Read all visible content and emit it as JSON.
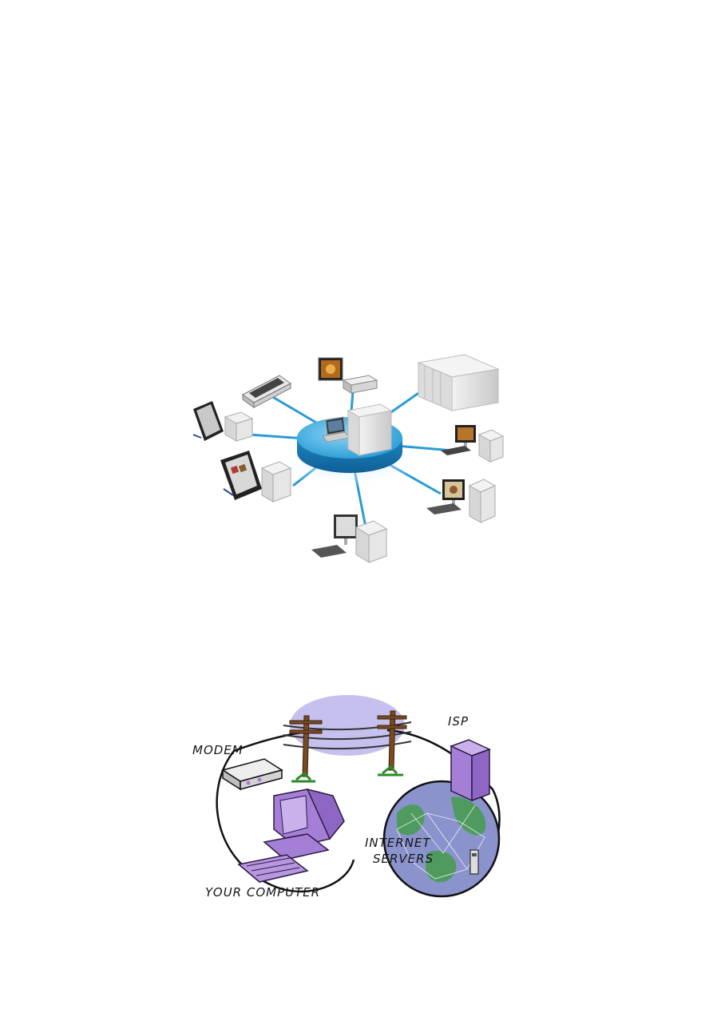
{
  "page": {
    "background": "#ffffff"
  },
  "network_figure": {
    "hub": "server-hub",
    "nodes": [
      "scanner",
      "media-tv",
      "server-rack",
      "touch-terminal",
      "desktop-computer",
      "touch-terminal",
      "desktop-computer",
      "desktop-computer"
    ],
    "colors": {
      "hub": "#3aa9dd",
      "hub_dark": "#1e86bf",
      "link": "#2a9bd6"
    }
  },
  "isp_figure": {
    "labels": {
      "modem": "MODEM",
      "isp": "ISP",
      "internet_line1": "INTERNET",
      "internet_line2": "SERVERS",
      "computer": "YOUR COMPUTER"
    },
    "colors": {
      "device": "#a57fd6",
      "globe_land": "#4f9a5e",
      "globe_sea": "#8a93cc",
      "sky": "#c6c0ee"
    }
  }
}
